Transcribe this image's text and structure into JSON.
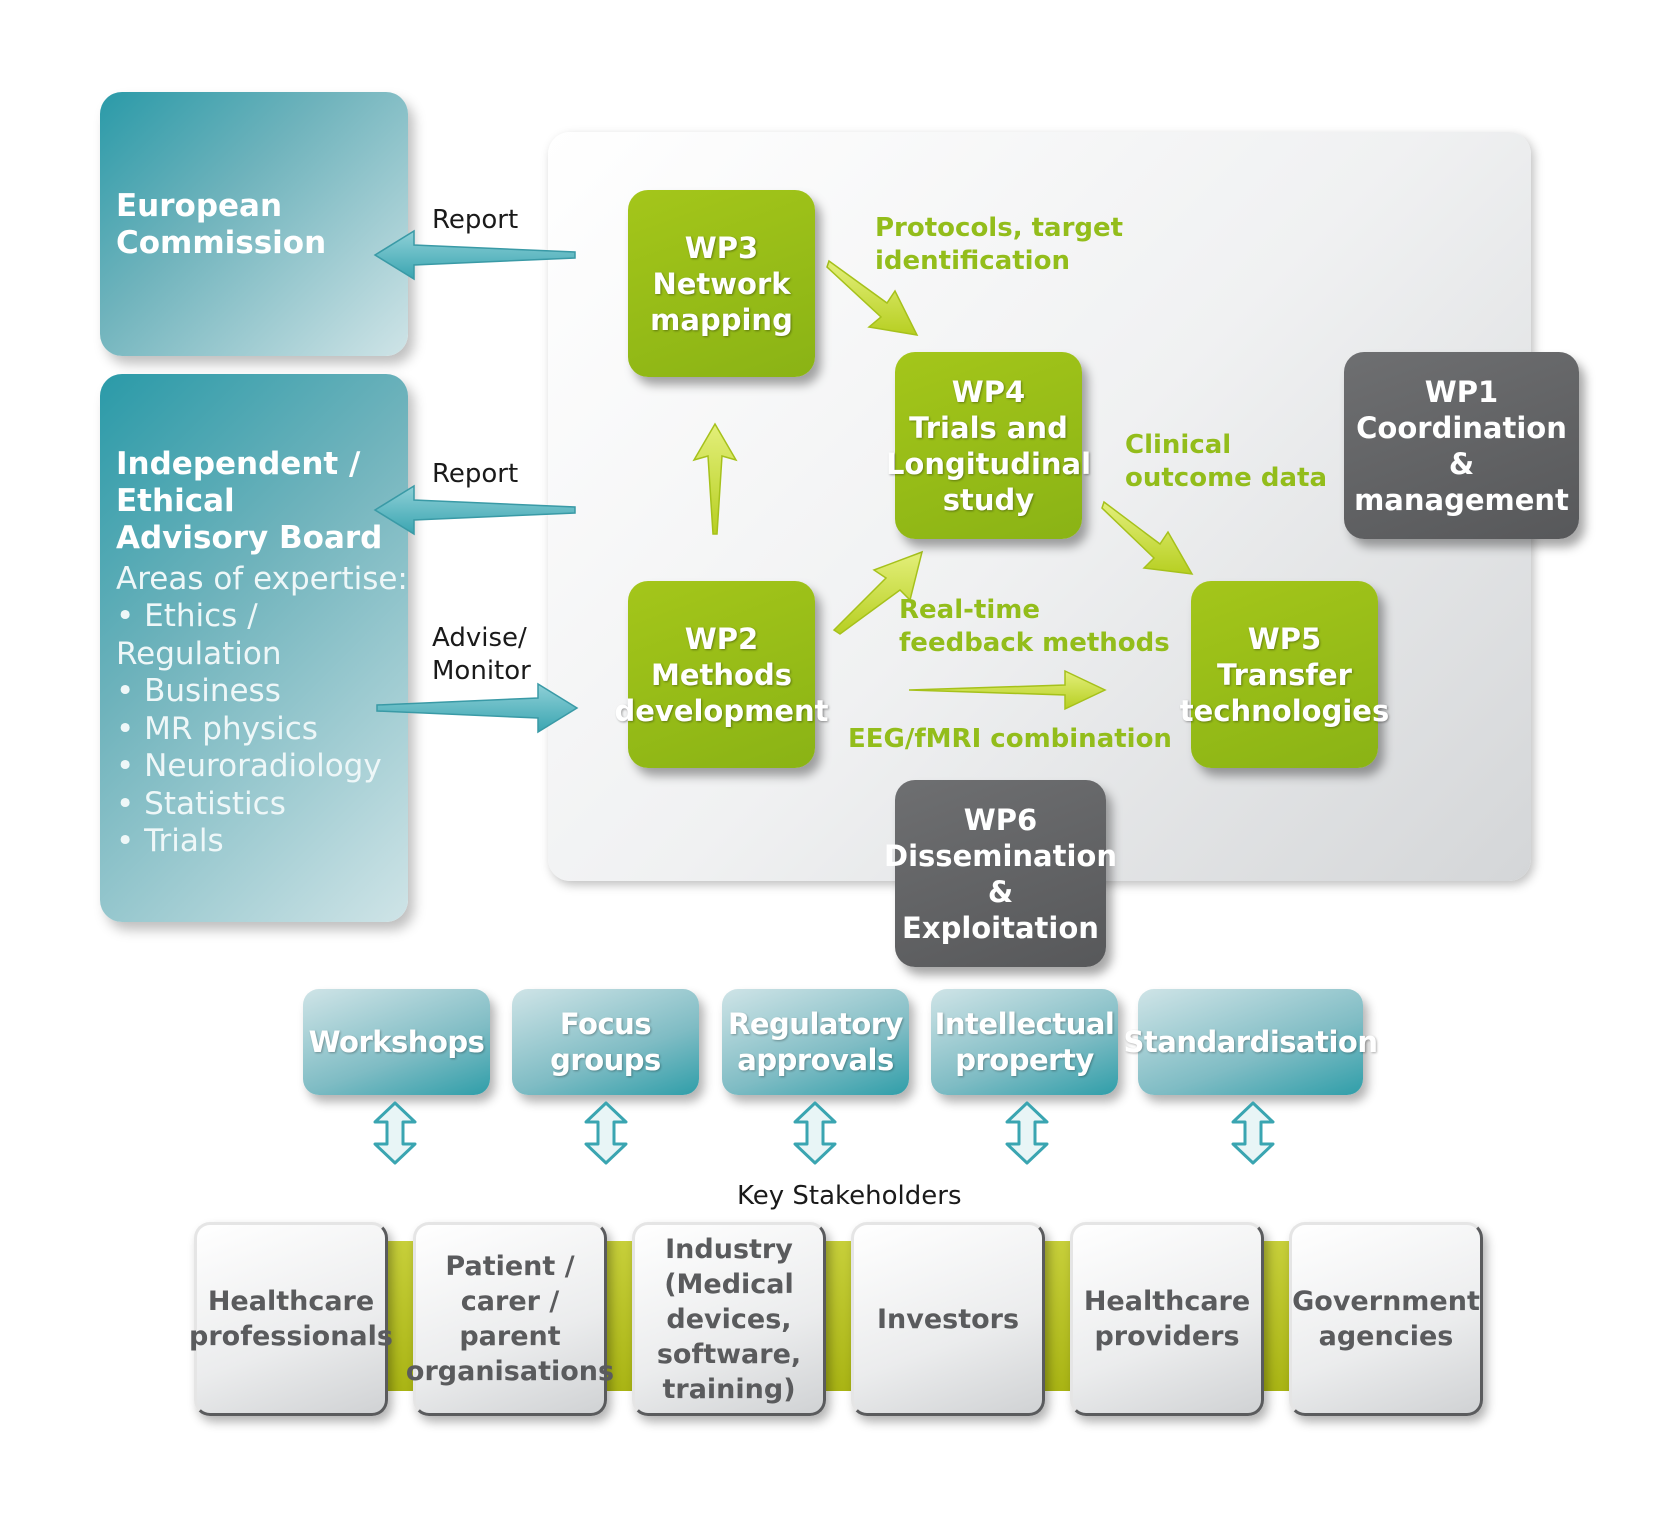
{
  "left_panels": {
    "european_commission": {
      "lines": [
        "European",
        "Commission"
      ]
    },
    "advisory_board": {
      "title_lines": [
        "Independent /",
        "Ethical",
        "Advisory Board"
      ],
      "subtitle": "Areas of expertise:",
      "items": [
        "Ethics / Regulation",
        "Business",
        "MR physics",
        "Neuroradiology",
        "Statistics",
        "Trials"
      ]
    }
  },
  "arrow_labels": {
    "report_ec": "Report",
    "report_board": "Report",
    "advise_lines": [
      "Advise/",
      "Monitor"
    ]
  },
  "work_packages": {
    "wp3": {
      "lines": [
        "WP3",
        "Network",
        "mapping"
      ]
    },
    "wp4": {
      "lines": [
        "WP4",
        "Trials and",
        "Longitudinal",
        "study"
      ]
    },
    "wp2": {
      "lines": [
        "WP2",
        "Methods",
        "development"
      ]
    },
    "wp5": {
      "lines": [
        "WP5",
        "Transfer",
        "technologies"
      ]
    },
    "wp1": {
      "lines": [
        "WP1",
        "Coordination",
        "& management"
      ]
    },
    "wp6": {
      "lines": [
        "WP6",
        "Dissemination",
        "& Exploitation"
      ]
    }
  },
  "flow_labels": {
    "protocols": [
      "Protocols, target",
      "identification"
    ],
    "clinical": [
      "Clinical",
      "outcome data"
    ],
    "realtime": [
      "Real-time",
      "feedback methods"
    ],
    "eeg": "EEG/fMRI combination"
  },
  "activities": [
    {
      "lines": [
        "Workshops"
      ]
    },
    {
      "lines": [
        "Focus groups"
      ]
    },
    {
      "lines": [
        "Regulatory",
        "approvals"
      ]
    },
    {
      "lines": [
        "Intellectual",
        "property"
      ]
    },
    {
      "lines": [
        "Standardisation"
      ]
    }
  ],
  "stakeholders_title": "Key Stakeholders",
  "stakeholders": [
    {
      "lines": [
        "Healthcare",
        "professionals"
      ]
    },
    {
      "lines": [
        "Patient /",
        "carer / parent",
        "organisations"
      ]
    },
    {
      "lines": [
        "Industry",
        "(Medical",
        "devices,",
        "software,",
        "training)"
      ]
    },
    {
      "lines": [
        "Investors"
      ]
    },
    {
      "lines": [
        "Healthcare",
        "providers"
      ]
    },
    {
      "lines": [
        "Government",
        "agencies"
      ]
    }
  ],
  "colors": {
    "teal": "#2a9aa8",
    "green": "#93bd1b",
    "grey": "#5f6062",
    "stake_bar": "#b5bf1e"
  }
}
